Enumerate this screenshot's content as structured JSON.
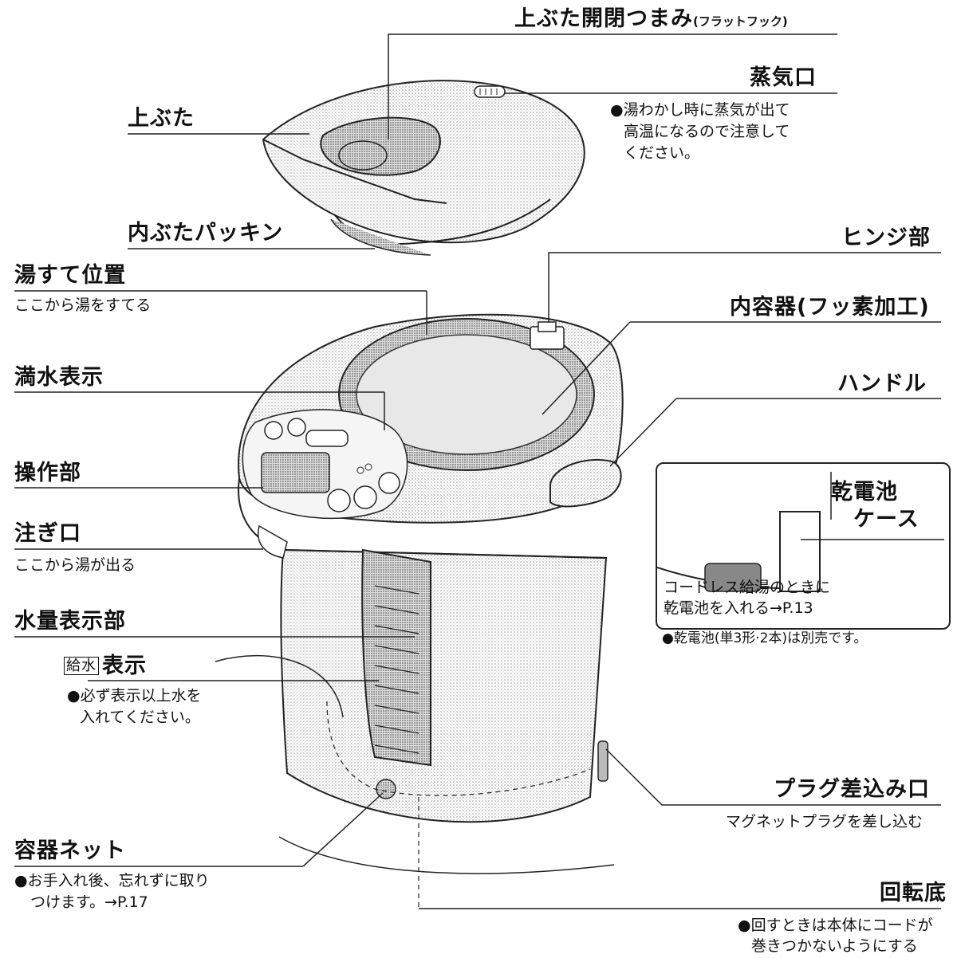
{
  "labels": {
    "lid_knob": "上ぶた開閉つまみ",
    "lid_knob_note": "(フラットフック)",
    "steam_vent": "蒸気口",
    "steam_vent_note": [
      "●湯わかし時に蒸気が出て",
      "高温になるので注意して",
      "ください。"
    ],
    "lid": "上ぶた",
    "inner_lid_gasket": "内ぶたパッキン",
    "hinge": "ヒンジ部",
    "discard_position": "湯すて位置",
    "discard_note": "ここから湯をすてる",
    "inner_container": "内容器(フッ素加工)",
    "full_water_mark": "満水表示",
    "handle": "ハンドル",
    "control_panel": "操作部",
    "spout": "注ぎ口",
    "spout_note": "ここから湯が出る",
    "battery_case": [
      "乾電池",
      "ケース"
    ],
    "battery_note": [
      "コードレス給湯のときに",
      "乾電池を入れる→P.13",
      "●乾電池(単3形·2本)は別売です。"
    ],
    "water_gauge": "水量表示部",
    "supply_mark_box": "給水",
    "supply_mark": "表示",
    "supply_note": [
      "●必ず表示以上水を",
      "入れてください。"
    ],
    "plug_socket": "プラグ差込み口",
    "plug_note": "マグネットプラグを差し込む",
    "container_net": "容器ネット",
    "container_net_note": [
      "●お手入れ後、忘れずに取り",
      "つけます。→P.17"
    ],
    "rotating_base": "回転底",
    "rotating_base_note": [
      "●回すときは本体にコードが",
      "巻きつかないようにする"
    ]
  }
}
